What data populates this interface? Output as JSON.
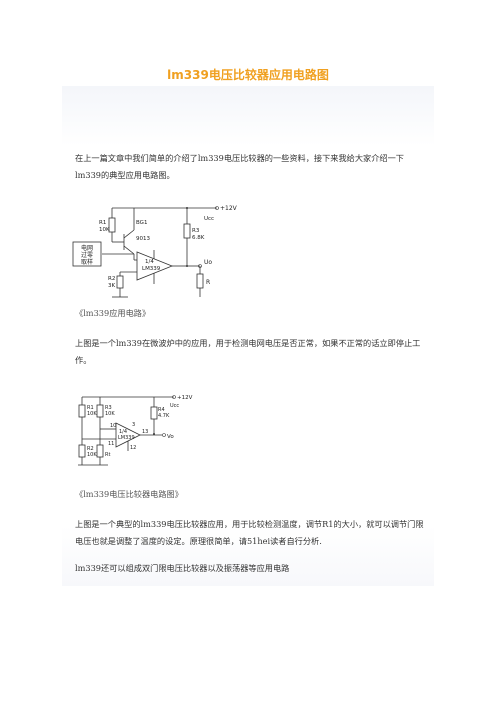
{
  "document": {
    "title": "lm339电压比较器应用电路图",
    "intro": "在上一篇文章中我们简单的介绍了lm339电压比较器的一些资料，接下来我给大家介绍一下lm339的典型应用电路图。",
    "caption1": "《lm339应用电路》",
    "para2": "上图是一个lm339在微波炉中的应用，用于检测电网电压是否正常，如果不正常的话立即停止工作。",
    "caption2": "《lm339电压比较器电路图》",
    "para3": "上图是一个典型的lm339电压比较器应用，用于比较检测温度，调节R1的大小，就可以调节门限电压也就是调整了温度的设定。原理很简单，请51hei读者自行分析.",
    "para4": "lm339还可以组成双门限电压比较器以及振荡器等应用电路"
  },
  "diagram1": {
    "vcc": "+12V",
    "vcc_label": "Ucc",
    "r1": "R1",
    "r1_val": "10K",
    "bg1": "BG1",
    "bg1_model": "9013",
    "r3": "R3",
    "r3_val": "6.8K",
    "box_line1": "电网",
    "box_line2": "过零",
    "box_line3": "取样",
    "amp_a": "1/4",
    "amp_b": "LM339",
    "r2": "R2",
    "r2_val": "3K",
    "uo": "Uo",
    "r": "R"
  },
  "diagram2": {
    "vcc": "+12V",
    "vcc_label": "Ucc",
    "r1": "R1",
    "r1_val": "10K",
    "r3": "R3",
    "r3_val": "10K",
    "r4": "R4",
    "r4_val": "4.7K",
    "pin3": "3",
    "pin10": "10",
    "pin11": "11",
    "pin12": "12",
    "pin13": "13",
    "amp_a": "1/4",
    "amp_b": "LM339",
    "r2": "R2",
    "r2_val": "10K",
    "rt": "Rt",
    "vo": "Vo"
  }
}
